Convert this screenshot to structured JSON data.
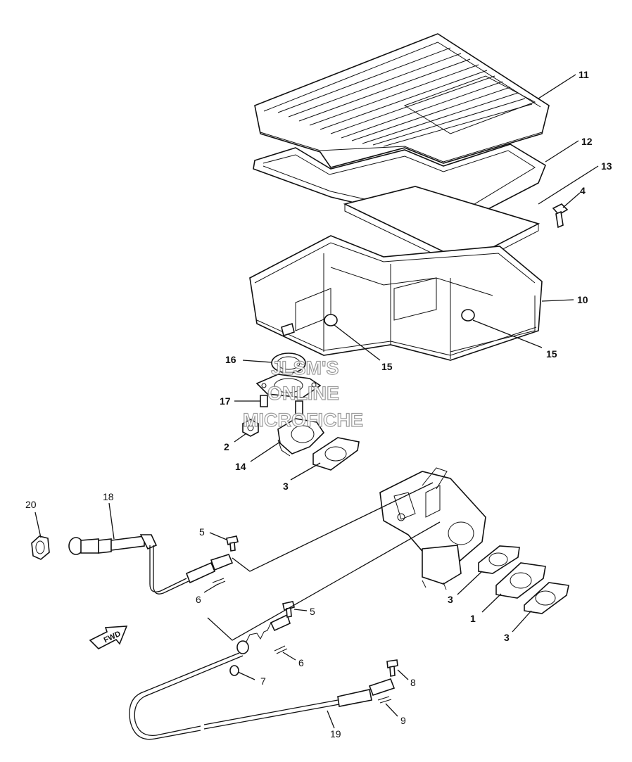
{
  "watermark": {
    "line1": "JLSM'S",
    "line2": "ONLINE",
    "line3": "MICROFICHE"
  },
  "direction_arrow": {
    "label": "FWD",
    "icon": "fwd-arrow-icon"
  },
  "callouts": {
    "c11": "11",
    "c12": "12",
    "c13": "13",
    "c4": "4",
    "c10": "10",
    "c15a": "15",
    "c15b": "15",
    "c16": "16",
    "c17": "17",
    "c2": "2",
    "c14": "14",
    "c3a": "3",
    "c20": "20",
    "c18": "18",
    "c5a": "5",
    "c6a": "6",
    "c3b": "3",
    "c1": "1",
    "c3c": "3",
    "c5b": "5",
    "c6b": "6",
    "c7": "7",
    "c8": "8",
    "c9": "9",
    "c19": "19"
  }
}
